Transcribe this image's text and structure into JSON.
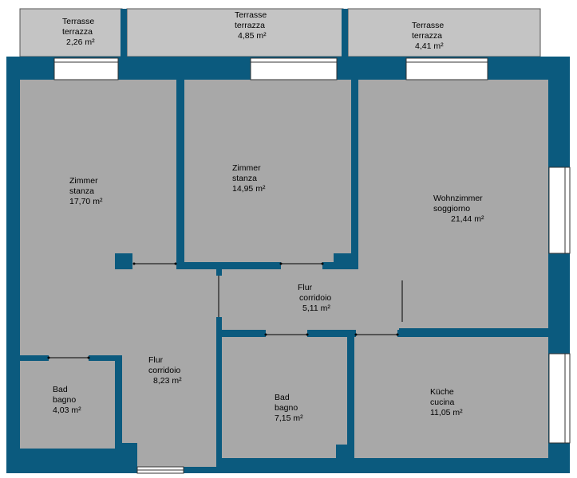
{
  "colors": {
    "wall": "#0b5a7e",
    "floor": "#a8a8a8",
    "terrace": "#c4c4c4",
    "window": "#ffffff",
    "door": "#000000"
  },
  "rooms": {
    "terrace_1": {
      "name1": "Terrasse",
      "name2": "terrazza",
      "area": "2,26 m²"
    },
    "terrace_2": {
      "name1": "Terrasse",
      "name2": "terrazza",
      "area": "4,85 m²"
    },
    "terrace_3": {
      "name1": "Terrasse",
      "name2": "terrazza",
      "area": "4,41 m²"
    },
    "room_1": {
      "name1": "Zimmer",
      "name2": "stanza",
      "area": "17,70 m²"
    },
    "room_2": {
      "name1": "Zimmer",
      "name2": "stanza",
      "area": "14,95 m²"
    },
    "living": {
      "name1": "Wohnzimmer",
      "name2": "soggiorno",
      "area": "21,44 m²"
    },
    "hall_1": {
      "name1": "Flur",
      "name2": "corridoio",
      "area": "5,11 m²"
    },
    "hall_2": {
      "name1": "Flur",
      "name2": "corridoio",
      "area": "8,23 m²"
    },
    "bath_1": {
      "name1": "Bad",
      "name2": "bagno",
      "area": "4,03 m²"
    },
    "bath_2": {
      "name1": "Bad",
      "name2": "bagno",
      "area": "7,15 m²"
    },
    "kitchen": {
      "name1": "Küche",
      "name2": "cucina",
      "area": "11,05 m²"
    }
  }
}
